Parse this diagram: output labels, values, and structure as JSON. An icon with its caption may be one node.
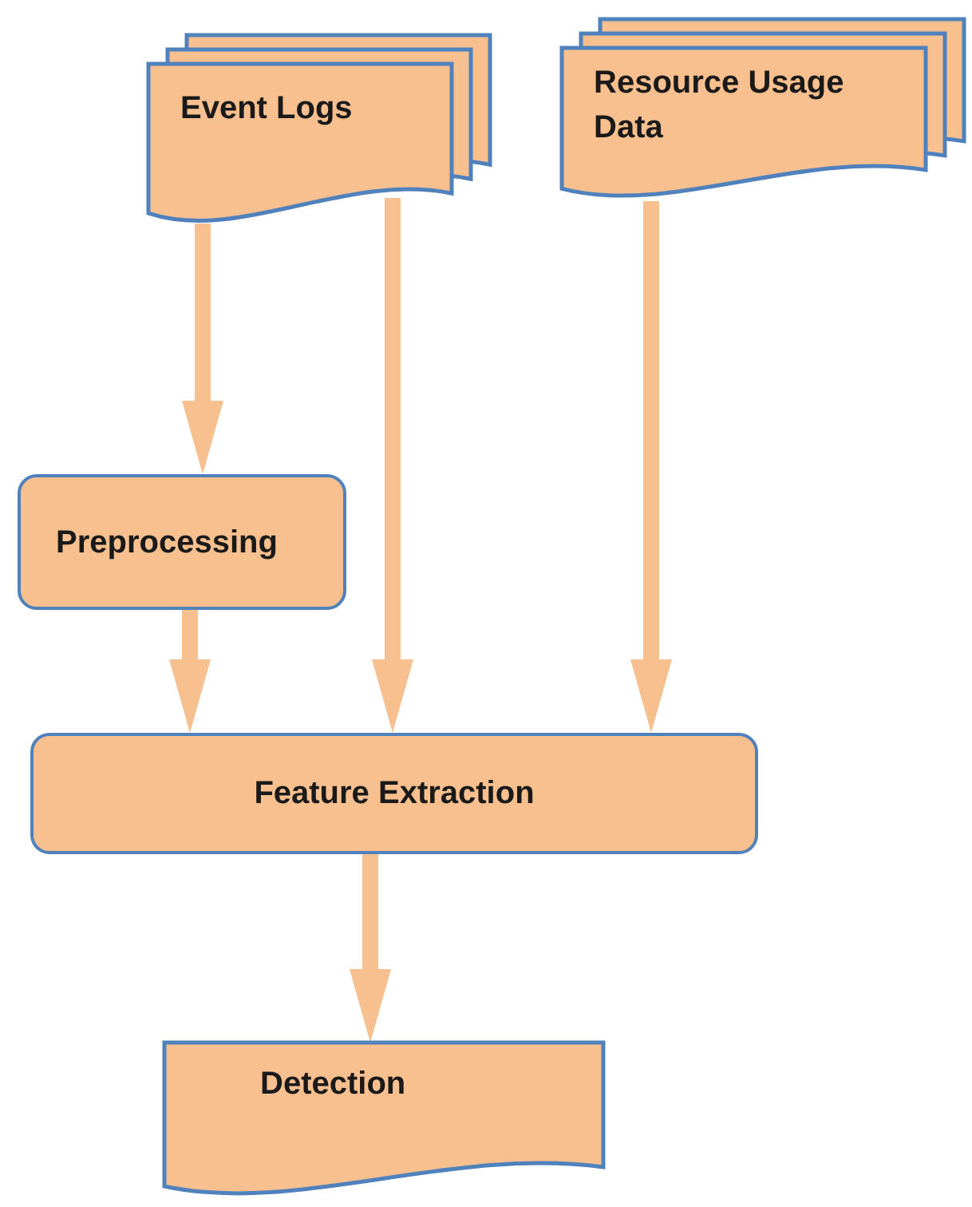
{
  "diagram": {
    "nodes": [
      {
        "text": [
          "Event Logs"
        ]
      },
      {
        "text": [
          "Resource Usage Data"
        ]
      },
      {
        "text": [
          "Preprocessing"
        ]
      },
      {
        "text": [
          "Feature Extraction"
        ]
      },
      {
        "text": [
          "Detection"
        ]
      }
    ],
    "edges": [
      {
        "from": 0,
        "to": 2,
        "arrow": "to"
      },
      {
        "from": 0,
        "to": 3,
        "arrow": "to"
      },
      {
        "from": 1,
        "to": 3,
        "arrow": "to"
      },
      {
        "from": 2,
        "to": 3,
        "arrow": "to"
      },
      {
        "from": 3,
        "to": 4,
        "arrow": "to"
      }
    ]
  }
}
